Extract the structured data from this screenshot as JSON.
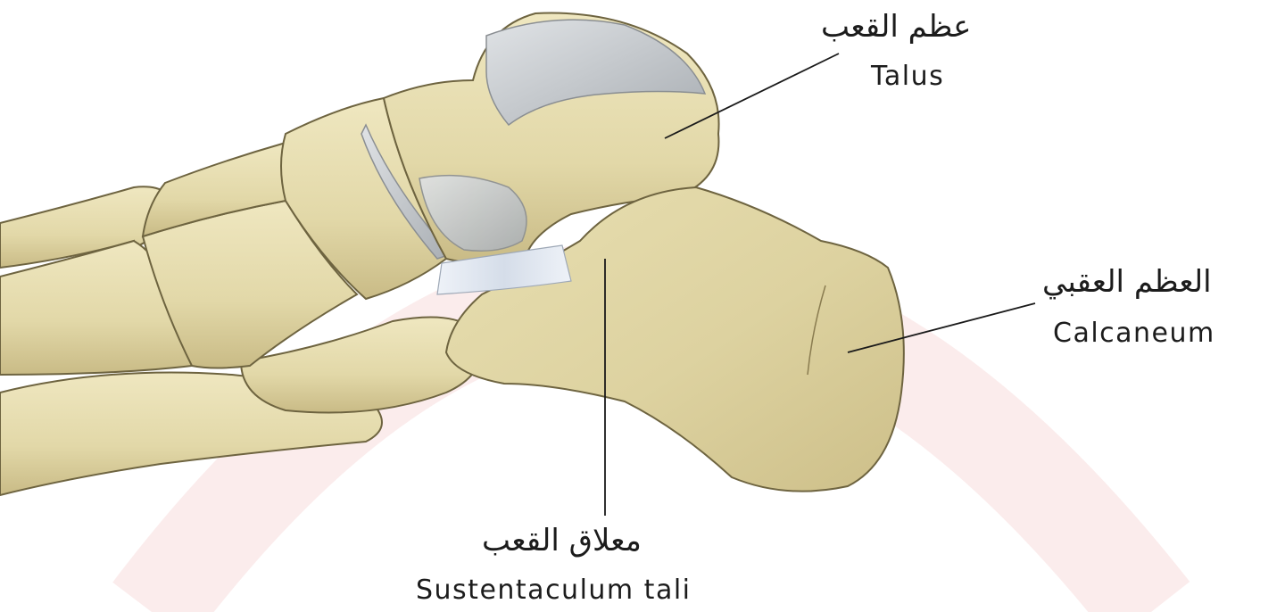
{
  "labels": {
    "talus": {
      "arabic": "عظم القعب",
      "english": "Talus"
    },
    "calcaneum": {
      "arabic": "العظم العقبي",
      "english": "Calcaneum"
    },
    "sustentaculum": {
      "arabic": "معلاق القعب",
      "english": "Sustentaculum tali"
    }
  },
  "colors": {
    "bone": "#e6ddb0",
    "bone_shadow": "#b8a874",
    "bone_outline": "#6e6440",
    "cartilage": "#c8ccd0",
    "ligament": "#dde4ee",
    "leader_line": "#1a1a1a",
    "watermark": "#f6d6d6"
  }
}
